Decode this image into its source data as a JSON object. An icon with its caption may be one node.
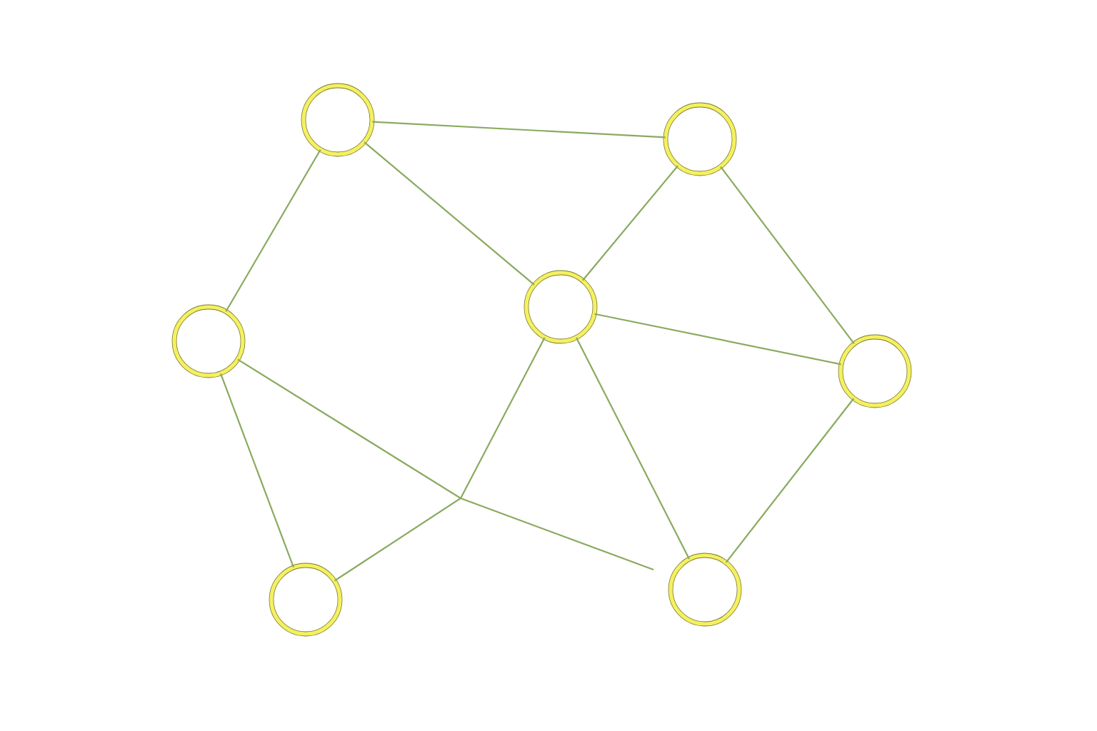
{
  "diagram": {
    "nodes": [
      {
        "text": [],
        "shape": "circle"
      },
      {
        "text": [],
        "shape": "circle"
      },
      {
        "text": [],
        "shape": "circle"
      },
      {
        "text": [],
        "shape": "circle"
      },
      {
        "text": [],
        "shape": "circle"
      },
      {
        "text": [],
        "shape": "circle"
      },
      {
        "text": [],
        "shape": "circle"
      }
    ],
    "edges": [
      {
        "from": 2,
        "to": 4,
        "arrow": "none"
      },
      {
        "from": 2,
        "to": 3,
        "arrow": "none"
      },
      {
        "from": 2,
        "to": 0,
        "arrow": "none"
      },
      {
        "from": 4,
        "to": 3,
        "arrow": "none"
      },
      {
        "from": 4,
        "to": 6,
        "arrow": "none"
      },
      {
        "from": 3,
        "to": 6,
        "arrow": "none"
      },
      {
        "from": 0,
        "to": 1,
        "arrow": "none"
      },
      {
        "from": 3,
        "to": 5,
        "arrow": "none"
      },
      {
        "from": 6,
        "to": 5,
        "arrow": "none"
      },
      {
        "from": 3,
        "to": 1,
        "arrow": "none"
      },
      {
        "from": 0,
        "to": null,
        "arrow": "none"
      }
    ]
  }
}
